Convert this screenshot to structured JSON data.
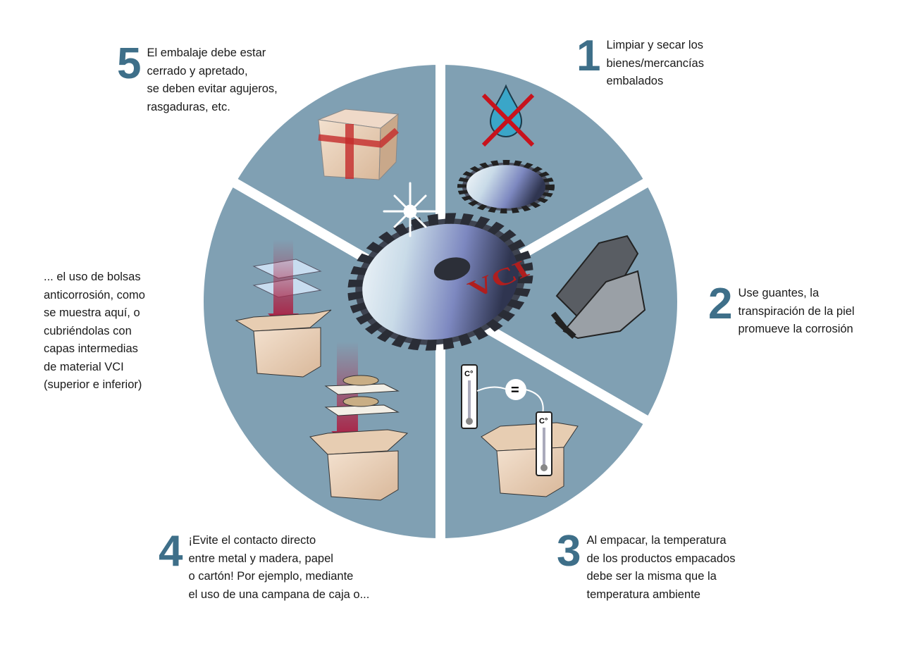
{
  "colors": {
    "sector": "#80a0b3",
    "number": "#3e6f89",
    "gap": "#ffffff",
    "vci_text": "#b01e1e"
  },
  "center_label": "VCI",
  "steps": [
    {
      "number": "1",
      "text": "Limpiar y secar los\nbienes/mercancías\nembalados"
    },
    {
      "number": "2",
      "text": "Use guantes, la\ntranspiración de la piel\npromueve la corrosión"
    },
    {
      "number": "3",
      "text": "Al empacar, la temperatura\nde los productos empacados\ndebe ser la misma que la\ntemperatura ambiente"
    },
    {
      "number": "4",
      "text": "¡Evite el contacto directo\nentre metal y madera, papel\no cartón! Por ejemplo, mediante\nel uso de una campana de caja o..."
    },
    {
      "number": "5",
      "text": "El embalaje debe estar\ncerrado y apretado,\nse deben evitar agujeros,\nrasgaduras, etc."
    }
  ],
  "left_note": "... el uso de bolsas\nanticorrosión, como\nse muestra aquí, o\ncubriéndolas con\ncapas intermedias\nde material VCI\n(superior e inferior)",
  "thermometer_label": "C°",
  "equals_sign": "="
}
